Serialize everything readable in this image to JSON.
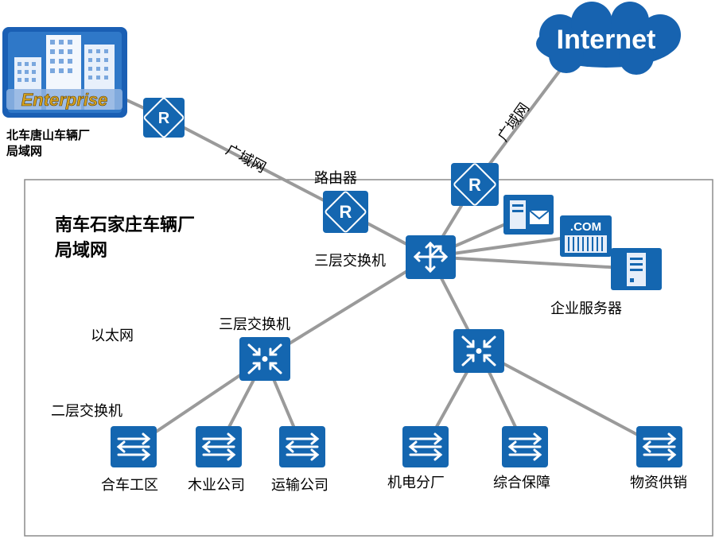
{
  "labels": {
    "enterprise_logo": "Enterprise",
    "tangshan_lan_line1": "北车唐山车辆厂",
    "tangshan_lan_line2": "局域网",
    "internet": "Internet",
    "wan_left": "广域网",
    "wan_right": "广域网",
    "router": "路由器",
    "region_title_line1": "南车石家庄车辆厂",
    "region_title_line2": "局域网",
    "core_switch": "三层交换机",
    "enterprise_servers": "企业服务器",
    "dotcom": ".COM",
    "ethernet": "以太网",
    "l3_switch_left": "三层交换机",
    "l2_switch": "二层交换机",
    "dept_hecheng": "合车工区",
    "dept_muye": "木业公司",
    "dept_yunshu": "运输公司",
    "dept_jidian": "机电分厂",
    "dept_zonghe": "综合保障",
    "dept_wuzi": "物资供销"
  },
  "colors": {
    "device_blue": "#1466b0",
    "cloud_blue": "#1763b0",
    "link_gray": "#999999",
    "border_gray": "#8c8c8c"
  }
}
